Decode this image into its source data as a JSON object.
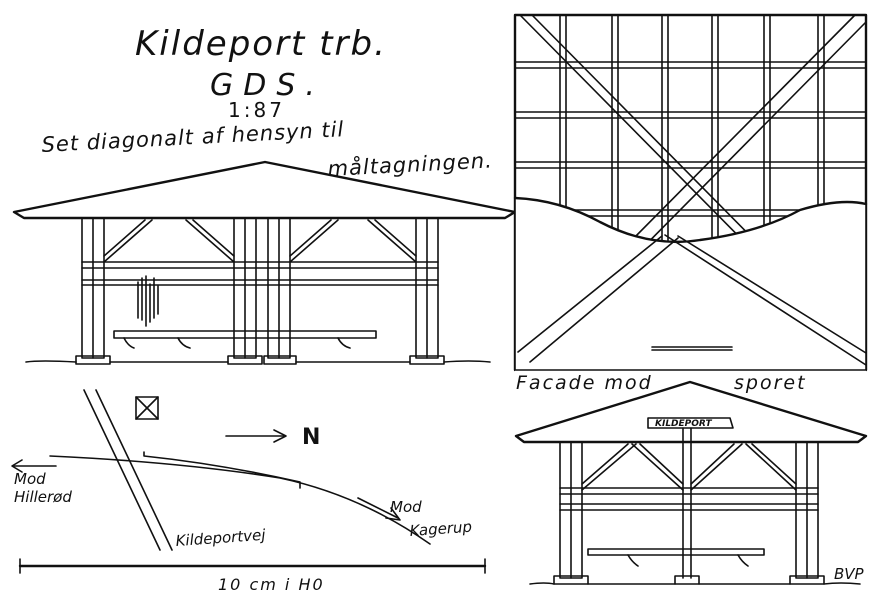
{
  "title": "Kildeport trb.",
  "subtitle": "GDS.",
  "scale": "1:87",
  "note_line1": "Set diagonalt af hensyn til",
  "note_line2": "måltagningen.",
  "facade_caption_left": "Facade mod",
  "facade_caption_right": "sporet",
  "sign_text": "KILDEPORT",
  "north_label": "N",
  "dir_left_line1": "Mod",
  "dir_left_line2": "Hillerød",
  "dir_right_line1": "Mod",
  "dir_right_line2": "Kagerup",
  "road_label": "Kildeportvej",
  "scale_bar_label": "10 cm i H0",
  "author_initials": "BVP"
}
